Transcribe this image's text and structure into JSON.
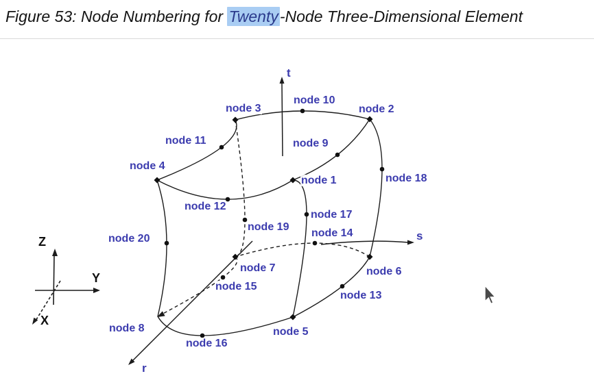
{
  "figure": {
    "title_prefix": "Figure 53: Node Numbering for ",
    "title_highlight": "Twenty",
    "title_suffix": "-Node Three-Dimensional Element"
  },
  "node_labels": [
    "node 1",
    "node 2",
    "node 3",
    "node 4",
    "node 5",
    "node 6",
    "node 7",
    "node 8",
    "node 9",
    "node 10",
    "node 11",
    "node 12",
    "node 13",
    "node 14",
    "node 15",
    "node 16",
    "node 17",
    "node 18",
    "node 19",
    "node 20"
  ],
  "element_axes": {
    "r": "r",
    "s": "s",
    "t": "t"
  },
  "global_axes": {
    "x": "X",
    "y": "Y",
    "z": "Z"
  },
  "colors": {
    "node_label": "#3b3bae",
    "highlight_bg": "#a9cdf3",
    "line": "#1c1c1c"
  }
}
